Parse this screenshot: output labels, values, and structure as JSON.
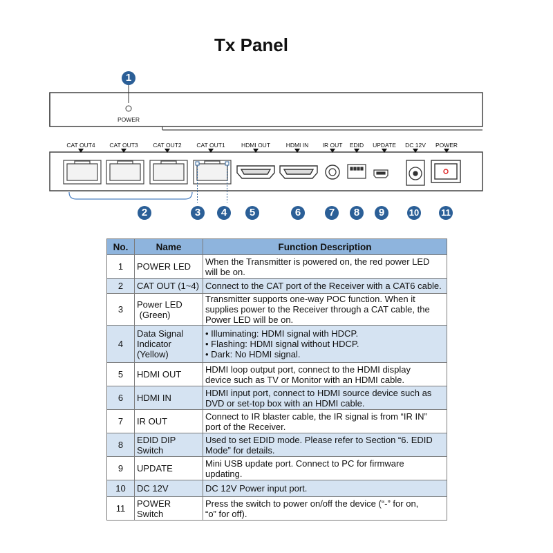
{
  "title": "Tx Panel",
  "front_panel": {
    "callout": "1",
    "led_label": "POWER"
  },
  "rear_panel": {
    "port_labels": [
      "CAT OUT4",
      "CAT OUT3",
      "CAT OUT2",
      "CAT OUT1",
      "HDMI OUT",
      "HDMI IN",
      "IR OUT",
      "EDID",
      "UPDATE",
      "DC 12V",
      "POWER"
    ],
    "callouts": [
      "2",
      "3",
      "4",
      "5",
      "6",
      "7",
      "8",
      "9",
      "10",
      "11"
    ]
  },
  "table": {
    "headers": [
      "No.",
      "Name",
      "Function Description"
    ],
    "rows": [
      {
        "no": "1",
        "name": [
          "POWER LED"
        ],
        "desc": [
          "When the Transmitter is powered on, the red power LED",
          "will be on."
        ]
      },
      {
        "no": "2",
        "name": [
          "CAT OUT (1~4)"
        ],
        "desc": [
          "Connect to the CAT port of the Receiver with a CAT6 cable."
        ]
      },
      {
        "no": "3",
        "name": [
          "Power LED",
          " (Green)"
        ],
        "desc": [
          "Transmitter supports one-way POC function. When it",
          "supplies power to the Receiver through a CAT cable, the",
          "Power LED will be on."
        ]
      },
      {
        "no": "4",
        "name": [
          "Data Signal",
          "Indicator",
          "(Yellow)"
        ],
        "desc": [
          "• Illuminating: HDMI signal with HDCP.",
          "• Flashing: HDMI signal without HDCP.",
          "• Dark: No HDMI signal."
        ]
      },
      {
        "no": "5",
        "name": [
          "HDMI OUT"
        ],
        "desc": [
          "HDMI loop output port, connect to the HDMI display",
          "device such as TV or Monitor with an HDMI cable."
        ]
      },
      {
        "no": "6",
        "name": [
          "HDMI IN"
        ],
        "desc": [
          "HDMI input port, connect to HDMI source device such as",
          "DVD or set-top box with an HDMI cable."
        ]
      },
      {
        "no": "7",
        "name": [
          "IR OUT"
        ],
        "desc": [
          "Connect to IR blaster cable, the IR signal is from “IR IN”",
          "port of the Receiver."
        ]
      },
      {
        "no": "8",
        "name": [
          "EDID DIP",
          "Switch"
        ],
        "desc": [
          "Used to set EDID mode. Please refer to Section “6. EDID",
          "Mode” for details."
        ]
      },
      {
        "no": "9",
        "name": [
          "UPDATE"
        ],
        "desc": [
          "Mini USB update port. Connect to PC for firmware",
          "updating."
        ]
      },
      {
        "no": "10",
        "name": [
          "DC 12V"
        ],
        "desc": [
          "DC 12V Power input port."
        ]
      },
      {
        "no": "11",
        "name": [
          "POWER",
          "Switch"
        ],
        "desc": [
          "Press the switch to power on/off the device (“-” for on,",
          "“o” for off)."
        ]
      }
    ]
  },
  "colors": {
    "callout_blue": "#2b5f97",
    "header_blue": "#8eb4dd",
    "shade_blue": "#d5e3f2",
    "bracket_blue": "#4a7fc1"
  }
}
